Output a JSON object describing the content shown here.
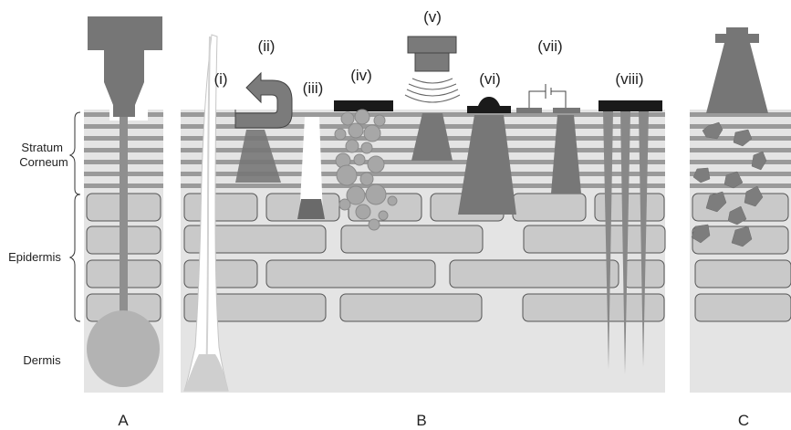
{
  "layers": {
    "stratum_corneum": "Stratum\nCorneum",
    "epidermis": "Epidermis",
    "dermis": "Dermis"
  },
  "panels": {
    "a": "A",
    "b": "B",
    "c": "C"
  },
  "methods": {
    "i": "(i)",
    "ii": "(ii)",
    "iii": "(iii)",
    "iv": "(iv)",
    "v": "(v)",
    "vi": "(vi)",
    "vii": "(vii)",
    "viii": "(viii)"
  },
  "colors": {
    "skin_bg": "#e4e4e4",
    "cell_fill": "#c9c9c9",
    "cell_stroke": "#555555",
    "corneum_band": "#9a9a9a",
    "dark_shape": "#6f6f6f",
    "black_patch": "#1a1a1a"
  }
}
